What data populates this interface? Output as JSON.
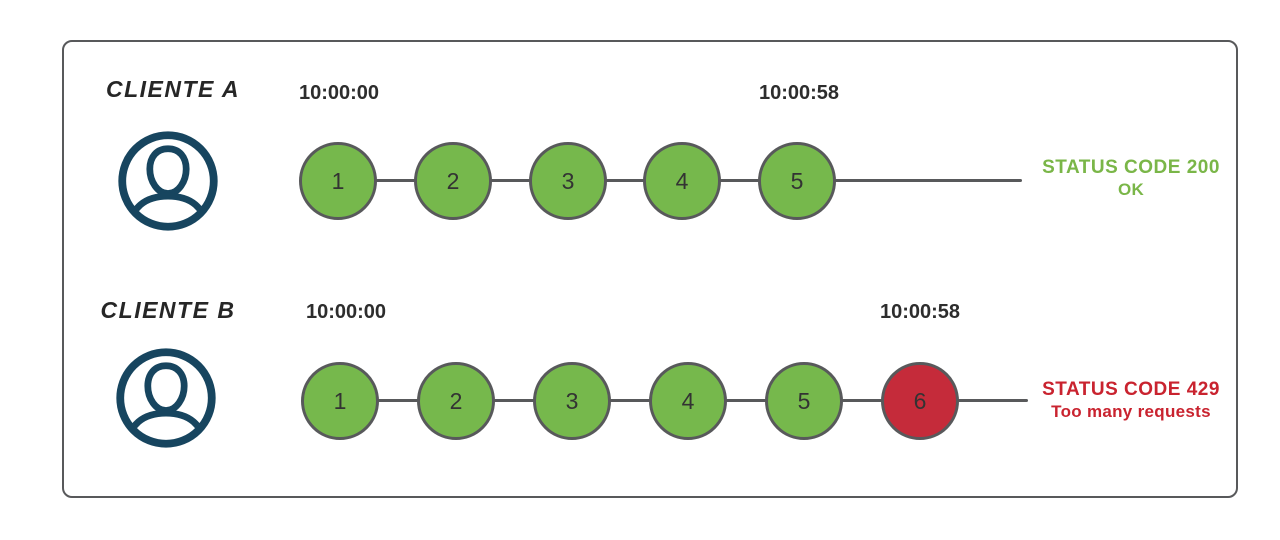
{
  "colors": {
    "background": "#ffffff",
    "frame_border": "#58595b",
    "timeline": "#58595b",
    "circle_ok_fill": "#76b84c",
    "circle_blocked_fill": "#c52b3a",
    "circle_border": "#58595b",
    "timestamp_text": "#2d2d2d",
    "client_label_text": "#262626",
    "status_ok_text": "#7ab648",
    "status_blocked_text": "#c9232f",
    "avatar_stroke": "#17455f"
  },
  "rows": [
    {
      "client_label": "CLIENTE A",
      "avatar_icon": "user-circle-icon",
      "start_time": "10:00:00",
      "end_time": "10:00:58",
      "requests": [
        {
          "label": "1",
          "state": "ok"
        },
        {
          "label": "2",
          "state": "ok"
        },
        {
          "label": "3",
          "state": "ok"
        },
        {
          "label": "4",
          "state": "ok"
        },
        {
          "label": "5",
          "state": "ok"
        }
      ],
      "status": {
        "line1": "STATUS CODE 200",
        "line2": "OK"
      }
    },
    {
      "client_label": "CLIENTE B",
      "avatar_icon": "user-circle-icon",
      "start_time": "10:00:00",
      "end_time": "10:00:58",
      "requests": [
        {
          "label": "1",
          "state": "ok"
        },
        {
          "label": "2",
          "state": "ok"
        },
        {
          "label": "3",
          "state": "ok"
        },
        {
          "label": "4",
          "state": "ok"
        },
        {
          "label": "5",
          "state": "ok"
        },
        {
          "label": "6",
          "state": "blocked"
        }
      ],
      "status": {
        "line1": "STATUS CODE 429",
        "line2": "Too many requests"
      }
    }
  ]
}
